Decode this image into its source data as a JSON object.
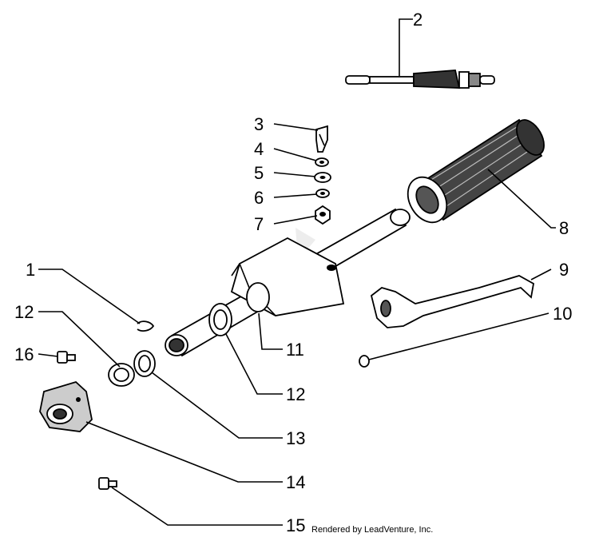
{
  "labels": {
    "l1": "1",
    "l2": "2",
    "l3": "3",
    "l4": "4",
    "l5": "5",
    "l6": "6",
    "l7": "7",
    "l8": "8",
    "l9": "9",
    "l10": "10",
    "l11": "11",
    "l12a": "12",
    "l12b": "12",
    "l13": "13",
    "l14": "14",
    "l15": "15",
    "l16": "16"
  },
  "credit": "Rendered by LeadVenture, Inc.",
  "colors": {
    "ink": "#000000",
    "paper": "#ffffff",
    "watermark": "#d9d9d9"
  }
}
